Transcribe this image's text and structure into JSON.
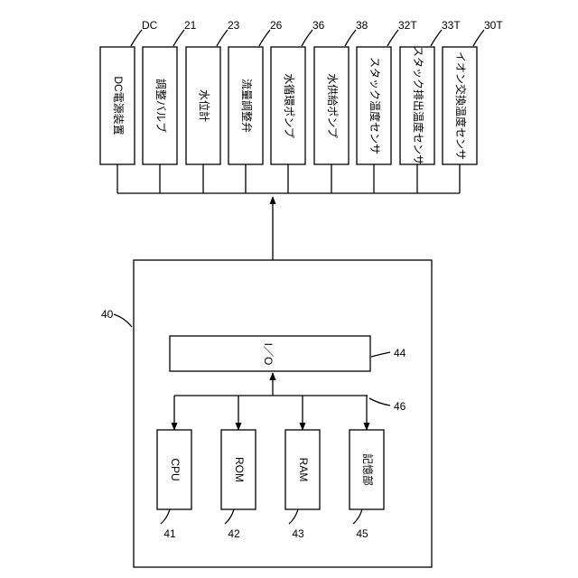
{
  "devices": [
    {
      "label": "DC電源装置",
      "ref": "DC"
    },
    {
      "label": "調整バルブ",
      "ref": "21"
    },
    {
      "label": "水位計",
      "ref": "23"
    },
    {
      "label": "流量調整弁",
      "ref": "26"
    },
    {
      "label": "水循環ポンプ",
      "ref": "36"
    },
    {
      "label": "水供給ポンプ",
      "ref": "38"
    },
    {
      "label": "スタック温度センサ",
      "ref": "32T"
    },
    {
      "label": "スタック排出温度センサ",
      "ref": "33T"
    },
    {
      "label": "イオン交換温度センサ",
      "ref": "30T"
    }
  ],
  "controller": {
    "ref": "40",
    "io": {
      "label": "I／O",
      "ref": "44"
    },
    "bus_ref": "46",
    "units": [
      {
        "label": "CPU",
        "ref": "41"
      },
      {
        "label": "ROM",
        "ref": "42"
      },
      {
        "label": "RAM",
        "ref": "43"
      },
      {
        "label": "記憶部",
        "ref": "45"
      }
    ]
  }
}
